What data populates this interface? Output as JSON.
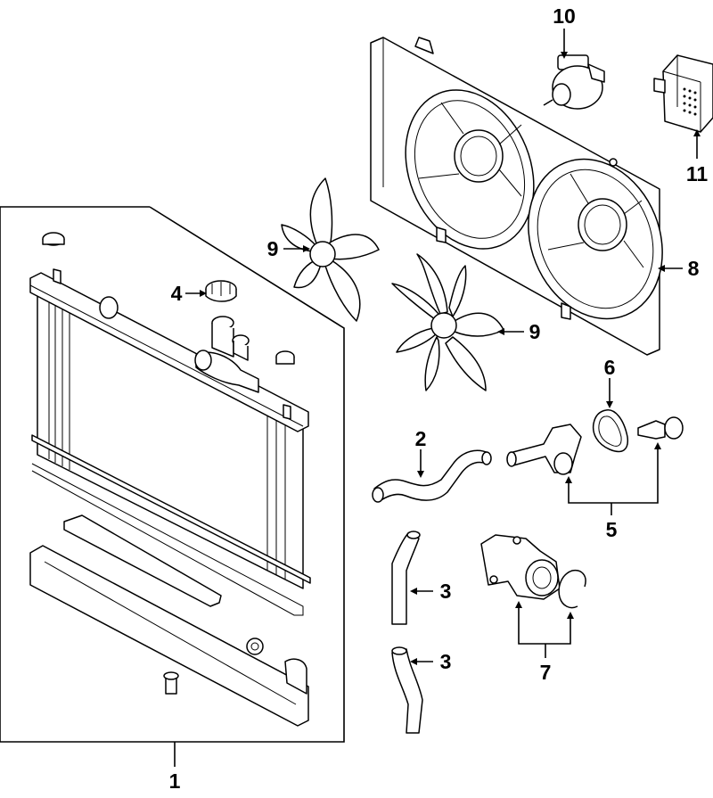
{
  "diagram": {
    "callouts": [
      {
        "id": "c1",
        "label": "1"
      },
      {
        "id": "c2",
        "label": "2"
      },
      {
        "id": "c3a",
        "label": "3"
      },
      {
        "id": "c3b",
        "label": "3"
      },
      {
        "id": "c4",
        "label": "4"
      },
      {
        "id": "c5",
        "label": "5"
      },
      {
        "id": "c6",
        "label": "6"
      },
      {
        "id": "c7",
        "label": "7"
      },
      {
        "id": "c8",
        "label": "8"
      },
      {
        "id": "c9a",
        "label": "9"
      },
      {
        "id": "c9b",
        "label": "9"
      },
      {
        "id": "c10",
        "label": "10"
      },
      {
        "id": "c11",
        "label": "11"
      }
    ]
  }
}
